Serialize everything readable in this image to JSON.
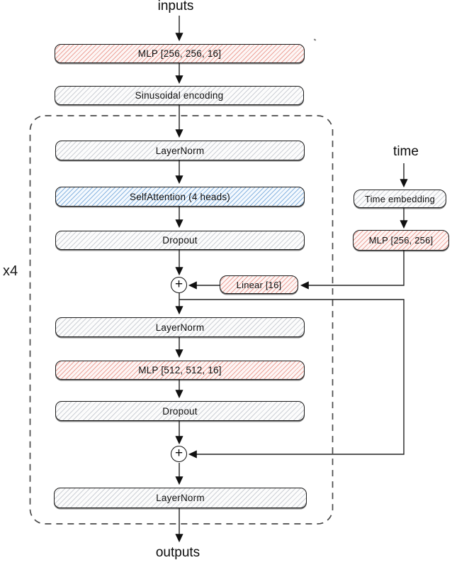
{
  "diagram": {
    "io": {
      "inputs": "inputs",
      "time": "time",
      "outputs": "outputs"
    },
    "repeat_label": "x4",
    "add_operator": "+",
    "blocks": {
      "input_mlp": "MLP [256, 256, 16]",
      "sinusoidal": "Sinusoidal encoding",
      "layernorm_1": "LayerNorm",
      "self_attention": "SelfAttention (4 heads)",
      "dropout_1": "Dropout",
      "linear_skip": "Linear [16]",
      "layernorm_2": "LayerNorm",
      "mlp_mid": "MLP [512, 512, 16]",
      "dropout_2": "Dropout",
      "layernorm_out": "LayerNorm",
      "time_embedding": "Time embedding",
      "time_mlp": "MLP [256, 256]"
    },
    "colors": {
      "mlp_hatch": "#e05f50",
      "attention_hatch": "#4287cd",
      "neutral_hatch": "#9ea4b0",
      "box_border": "#1b1b1b",
      "wire": "#222222",
      "dashed_border": "#4a4a4a"
    }
  }
}
